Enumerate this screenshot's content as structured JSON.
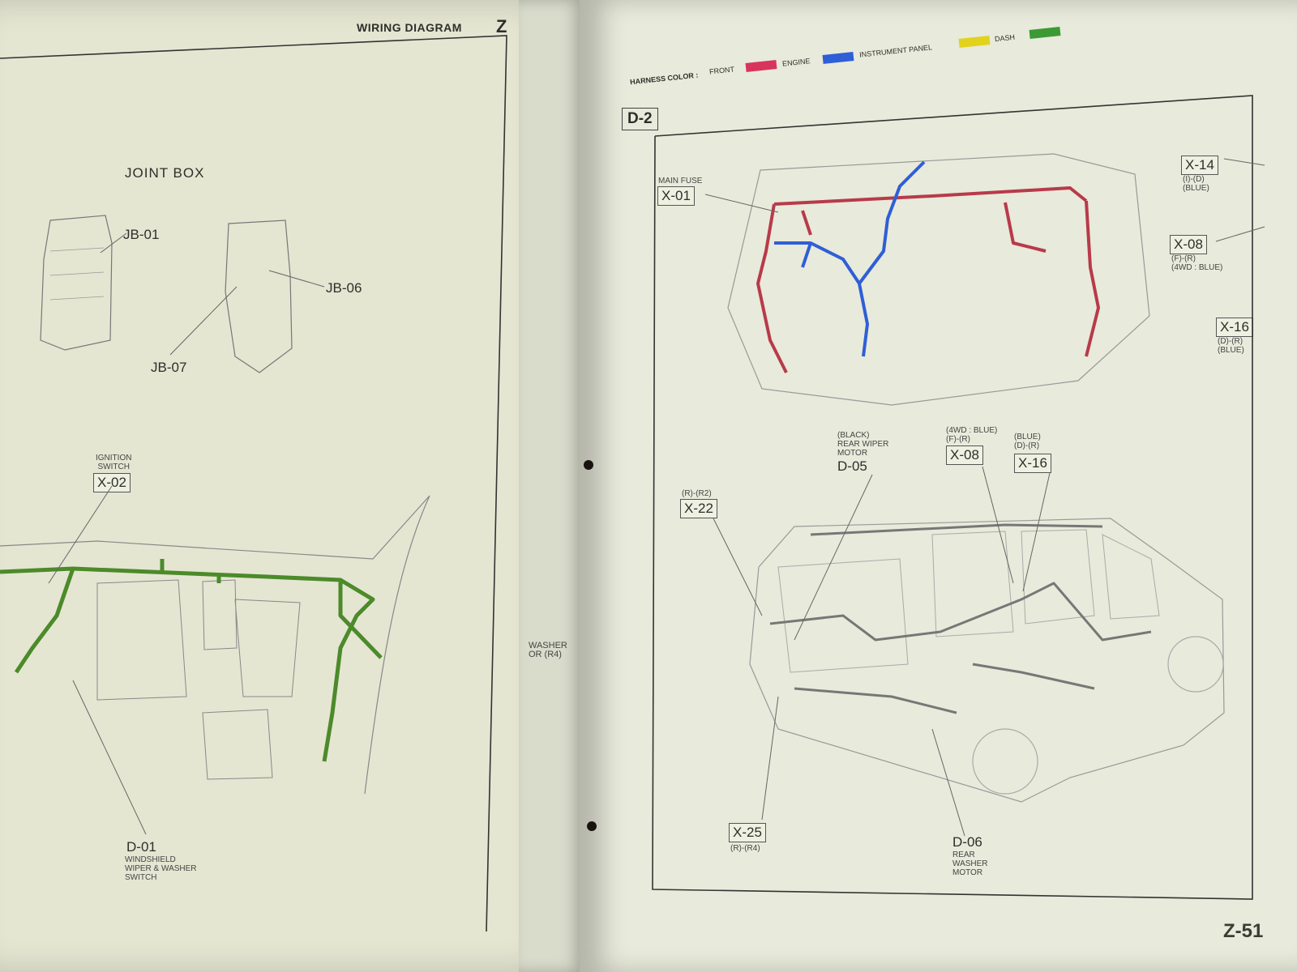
{
  "left_page": {
    "header_title": "WIRING DIAGRAM",
    "header_letter": "Z",
    "joint_box_title": "JOINT BOX",
    "jb01": "JB-01",
    "jb06": "JB-06",
    "jb07": "JB-07",
    "ignition_switch_caption": "IGNITION\nSWITCH",
    "x02": "X-02",
    "d01": "D-01",
    "d01_caption": "WINDSHIELD\nWIPER & WASHER\nSWITCH"
  },
  "middle_page": {
    "washer_text": "WASHER\nOR (R4)"
  },
  "right_page": {
    "harness_color_label": "HARNESS COLOR :",
    "legend": [
      {
        "name": "FRONT",
        "color": "#d8355d"
      },
      {
        "name": "ENGINE",
        "color": "#2f5fd6"
      },
      {
        "name": "INSTRUMENT PANEL",
        "color": "#e2d21c"
      },
      {
        "name": "DASH",
        "color": "#3c9a34"
      }
    ],
    "section_id": "D-2",
    "main_fuse_caption": "MAIN FUSE",
    "x01": "X-01",
    "x14": "X-14",
    "x14_sub": "(I)-(D)\n(BLUE)",
    "x08_side": "X-08",
    "x08_side_sub": "(F)-(R)\n(4WD : BLUE)",
    "x16_side": "X-16",
    "x16_side_sub": "(D)-(R)\n(BLUE)",
    "d05_sub": "(BLACK)\nREAR WIPER\nMOTOR",
    "d05": "D-05",
    "x08_sub": "(4WD : BLUE)\n(F)-(R)",
    "x08": "X-08",
    "x16_sub": "(BLUE)\n(D)-(R)",
    "x16": "X-16",
    "x22_sub": "(R)-(R2)",
    "x22": "X-22",
    "x25": "X-25",
    "x25_sub": "(R)-(R4)",
    "d06": "D-06",
    "d06_caption": "REAR\nWASHER\nMOTOR",
    "page_number": "Z-51"
  }
}
